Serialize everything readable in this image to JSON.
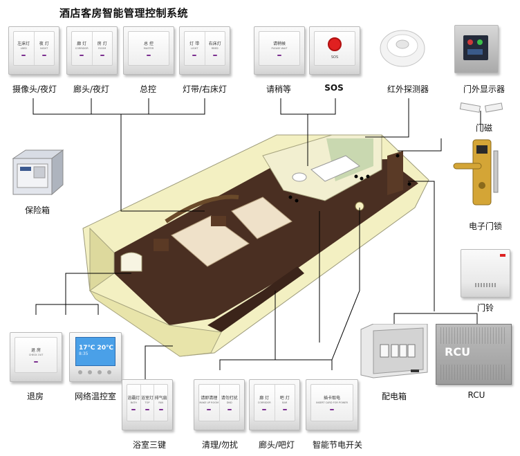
{
  "title": "酒店客房智能管理控制系统",
  "captions": {
    "camera_night": "摄像头/夜灯",
    "corridor_night": "廊头/夜灯",
    "master": "总控",
    "strip_bed": "灯带/右床灯",
    "please_wait": "请稍等",
    "sos": "SOS",
    "infrared": "红外探测器",
    "door_display": "门外显示器",
    "door_magnet": "门磁",
    "safe": "保险箱",
    "lock": "电子门锁",
    "doorbell": "门铃",
    "checkout": "退房",
    "thermostat": "网络温控室",
    "bath3": "浴室三键",
    "clean_dnd": "清理/勿扰",
    "corridor_bar": "廊头/吧灯",
    "power": "智能节电开关",
    "distribution": "配电箱",
    "rcu": "RCU"
  },
  "switches": {
    "s1": [
      {
        "label": "左床灯",
        "sub": "LBED"
      },
      {
        "label": "夜 灯",
        "sub": "NIGHT"
      }
    ],
    "s2": [
      {
        "label": "廊 灯",
        "sub": "CORRIDOR"
      },
      {
        "label": "房 灯",
        "sub": "ROOM"
      }
    ],
    "s3": [
      {
        "label": "总 控",
        "sub": "MASTER"
      }
    ],
    "s4": [
      {
        "label": "灯 带",
        "sub": "LIGHT"
      },
      {
        "label": "右床灯",
        "sub": "RBED"
      }
    ],
    "s5": [
      {
        "label": "请稍候",
        "sub": "PLEASE WAIT"
      }
    ],
    "s6": [
      {
        "label": "退 房",
        "sub": "CHECK OUT"
      }
    ],
    "s7": [
      {
        "label": "浴霸灯",
        "sub": "BATH"
      },
      {
        "label": "浴室灯",
        "sub": "TOP"
      },
      {
        "label": "排气扇",
        "sub": "FAN"
      }
    ],
    "s8": [
      {
        "label": "请即清理",
        "sub": "MAKE UP ROOM"
      },
      {
        "label": "请勿打扰",
        "sub": "DND"
      }
    ],
    "s9": [
      {
        "label": "廊 灯",
        "sub": "CORRIDOR"
      },
      {
        "label": "吧 灯",
        "sub": "BAR"
      }
    ],
    "s10": [
      {
        "label": "插卡取电",
        "sub": "INSERT CARD FOR POWER"
      }
    ]
  },
  "devices": {
    "sos_label": "SOS",
    "thermostat_temp": "17℃ 20℃",
    "thermostat_time": "8:35",
    "rcu_label": "RCU"
  },
  "colors": {
    "floor": "#4a2f22",
    "wall": "#f4f2c4",
    "line": "#000000",
    "sos_button": "#e02020",
    "led": "#7b2e8f"
  }
}
